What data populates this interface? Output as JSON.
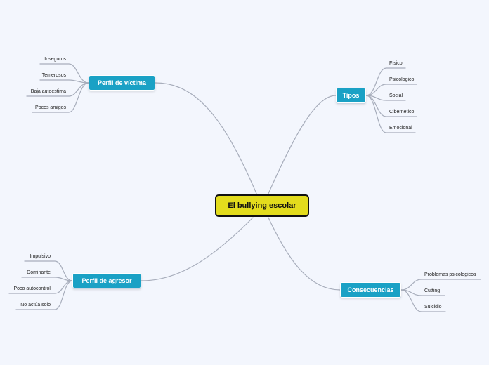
{
  "central": {
    "label": "El bullying escolar"
  },
  "topics": {
    "victima": {
      "label": "Perfil de víctima",
      "items": [
        "Inseguros",
        "Temerosos",
        "Baja autoestima",
        "Pocos amigos"
      ]
    },
    "tipos": {
      "label": "Tipos",
      "items": [
        "Físico",
        "Psicologico",
        "Social",
        "Cibernetico",
        "Emocional"
      ]
    },
    "agresor": {
      "label": "Perfil de agresor",
      "items": [
        "Impulsivo",
        "Dominante",
        "Poco autocontrol",
        "No actúa solo"
      ]
    },
    "consecuencias": {
      "label": "Consecuencias",
      "items": [
        "Problemas psicologicos",
        "Cutting",
        "Suicidio"
      ]
    }
  },
  "colors": {
    "central_fill": "#e3dc1d",
    "topic_fill": "#1aa1c5",
    "connector": "#a7adbb",
    "background": "#f3f6fd"
  }
}
